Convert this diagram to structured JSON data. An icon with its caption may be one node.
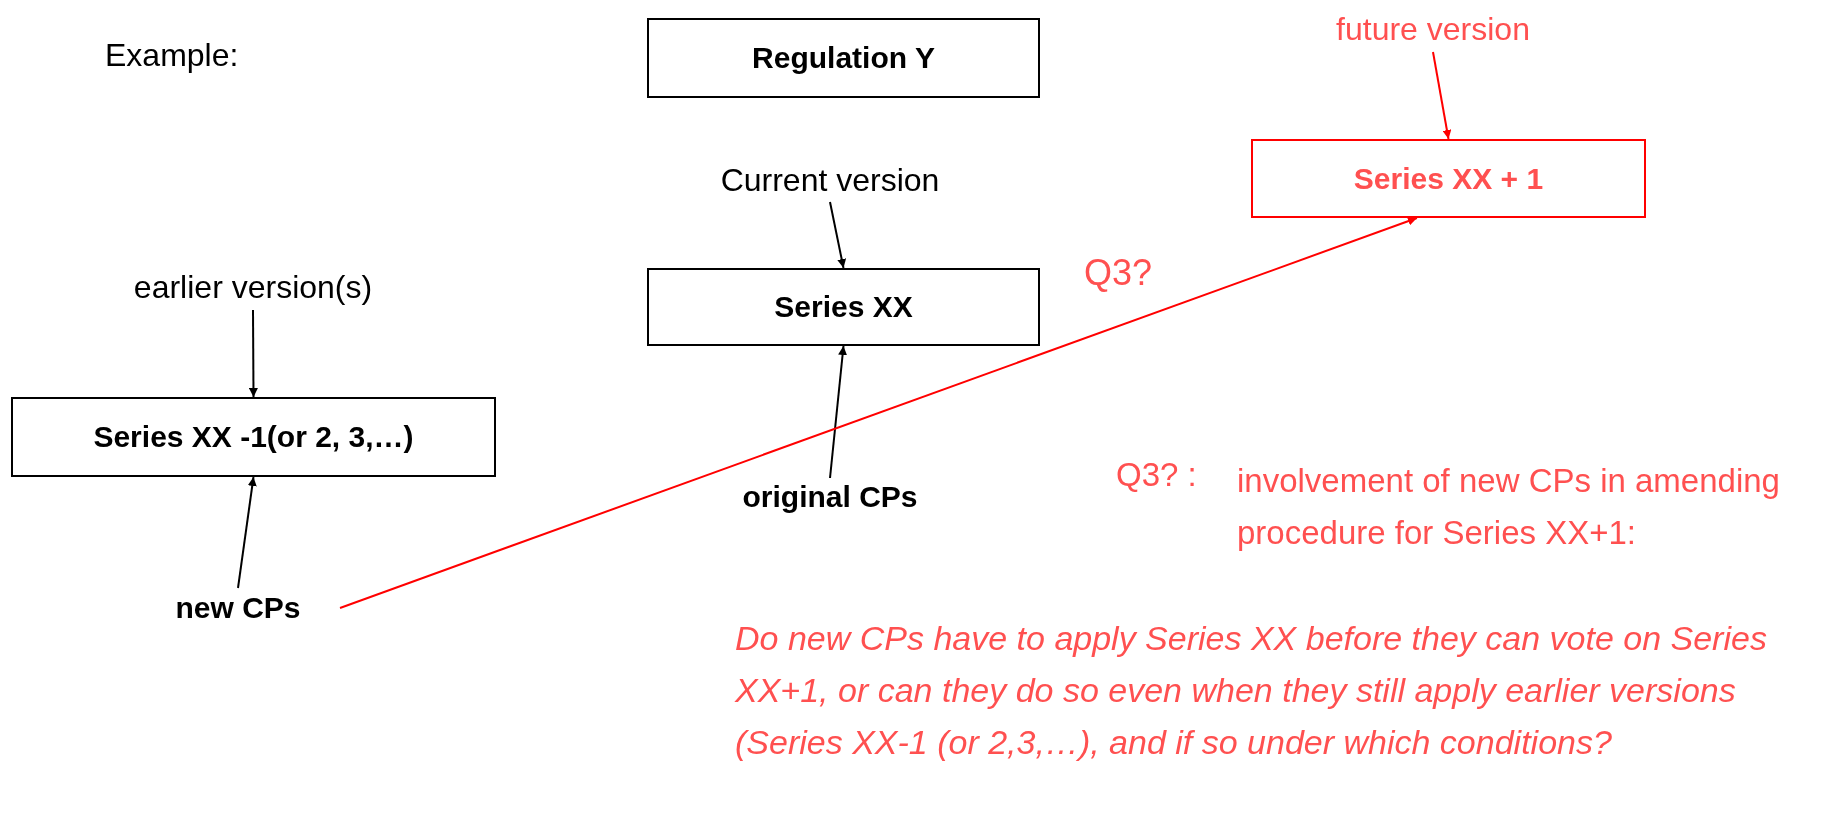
{
  "diagram": {
    "nodes": [
      {
        "text": [
          "Regulation Y"
        ]
      },
      {
        "text": [
          "Current version"
        ]
      },
      {
        "text": [
          "earlier version(s)"
        ]
      },
      {
        "text": [
          "Series XX -1(or 2, 3,…)"
        ]
      },
      {
        "text": [
          "Series XX"
        ]
      },
      {
        "text": [
          "new CPs"
        ]
      },
      {
        "text": [
          "original CPs"
        ]
      },
      {
        "text": [
          "future version"
        ]
      },
      {
        "text": [
          "Series XX + 1"
        ]
      }
    ],
    "edges": [
      {
        "from": 2,
        "to": 3,
        "arrow": "to"
      },
      {
        "from": 5,
        "to": 3,
        "arrow": "to"
      },
      {
        "from": 1,
        "to": 4,
        "arrow": "to"
      },
      {
        "from": 6,
        "to": 4,
        "arrow": "to"
      },
      {
        "from": 7,
        "to": 8,
        "arrow": "to",
        "color": "#ff0000"
      },
      {
        "from": 5,
        "to": 8,
        "arrow": "to",
        "color": "#ff0000",
        "label": "Q3?"
      }
    ],
    "labels": [
      "Example:",
      "Q3? :",
      "involvement of new CPs in amending procedure for Series XX+1:",
      "Do new CPs have to apply Series XX before they can vote on Series XX+1, or can they do so even when they still apply earlier versions (Series XX-1 (or 2,3,…), and if so under which conditions?"
    ]
  }
}
